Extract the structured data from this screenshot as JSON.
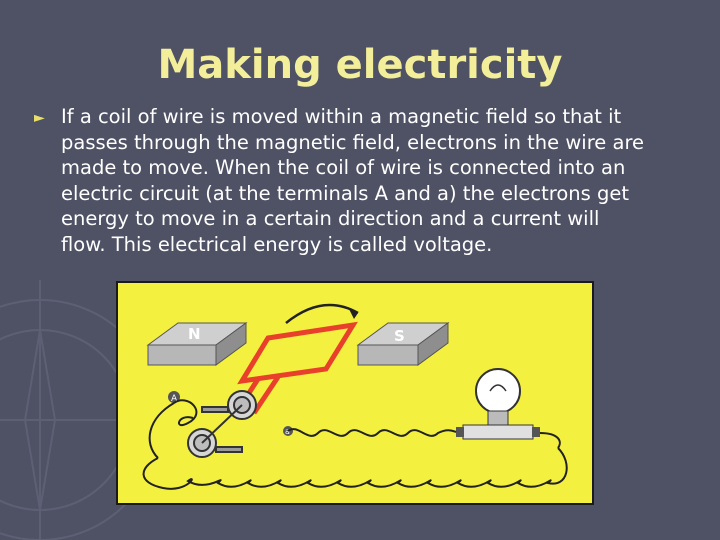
{
  "slide": {
    "title": "Making electricity",
    "bullet_marker": "►",
    "bullet_text": "If a coil of wire is moved within a magnetic field so that it\npasses through the magnetic field, electrons in the wire are\nmade to move. When the coil of wire is connected into an\nelectric circuit (at the terminals A and a) the electrons  get\nenergy to move in a certain direction and a current will\nflow. This electrical energy is called voltage."
  },
  "diagram": {
    "magnet_north_label": "N",
    "magnet_south_label": "S",
    "terminal_a_upper": "A",
    "terminal_a_lower": "a"
  },
  "colors": {
    "background": "#4f5165",
    "title": "#f3ee9a",
    "figure_background": "#f4f040",
    "coil": "#e8402a"
  }
}
